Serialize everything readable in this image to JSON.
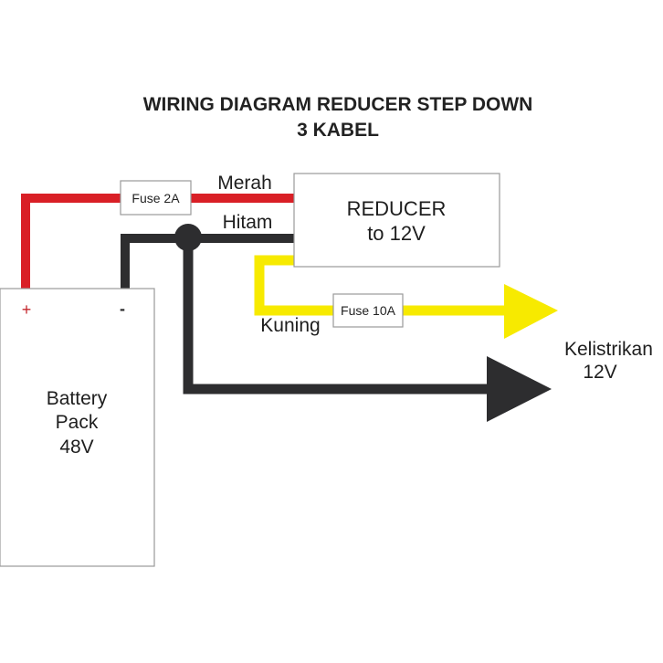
{
  "title": {
    "line1": "WIRING DIAGRAM REDUCER STEP DOWN",
    "line2": "3 KABEL"
  },
  "colors": {
    "red_wire": "#d91f26",
    "black_wire": "#2d2d2f",
    "yellow_wire": "#f7ea00",
    "box_border": "#9a9a9a",
    "text": "#1e1e1e"
  },
  "battery": {
    "line1": "Battery",
    "line2": "Pack",
    "line3": "48V",
    "positive_terminal": "+",
    "negative_terminal": "-"
  },
  "reducer": {
    "line1": "REDUCER",
    "line2": "to 12V"
  },
  "fuses": {
    "red_fuse": "Fuse 2A",
    "yellow_fuse": "Fuse 10A"
  },
  "wires": {
    "red_label": "Merah",
    "black_label": "Hitam",
    "yellow_label": "Kuning"
  },
  "output": {
    "line1": "Kelistrikan",
    "line2": "12V"
  }
}
